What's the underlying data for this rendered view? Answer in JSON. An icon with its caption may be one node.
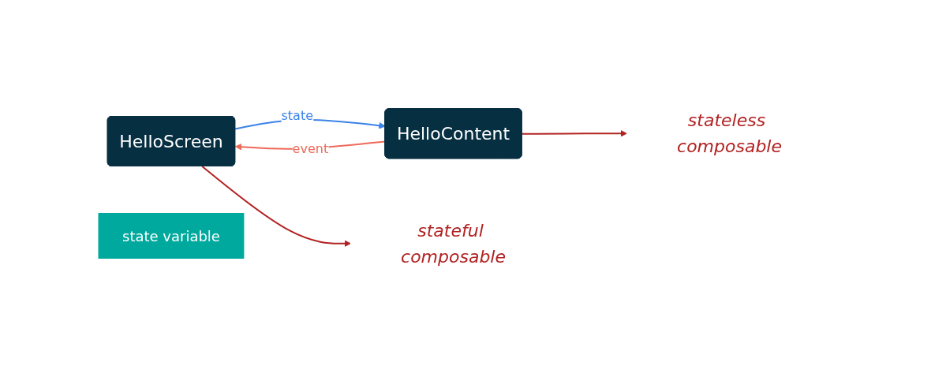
{
  "diagram": {
    "nodes": [
      {
        "text": [
          "HelloScreen"
        ]
      },
      {
        "text": [
          "state variable"
        ]
      },
      {
        "text": [
          "HelloContent"
        ]
      },
      {
        "text": [
          "stateful composable"
        ]
      },
      {
        "text": [
          "stateless composable"
        ]
      }
    ],
    "edges": [
      {
        "from": 0,
        "to": 2,
        "arrow": "to",
        "label": "state",
        "color": "#3b82e8"
      },
      {
        "from": 2,
        "to": 0,
        "arrow": "to",
        "label": "event",
        "color": "#ee6a5a"
      },
      {
        "from": 0,
        "to": 3,
        "arrow": "to"
      },
      {
        "from": 2,
        "to": 4,
        "arrow": "to"
      }
    ]
  }
}
